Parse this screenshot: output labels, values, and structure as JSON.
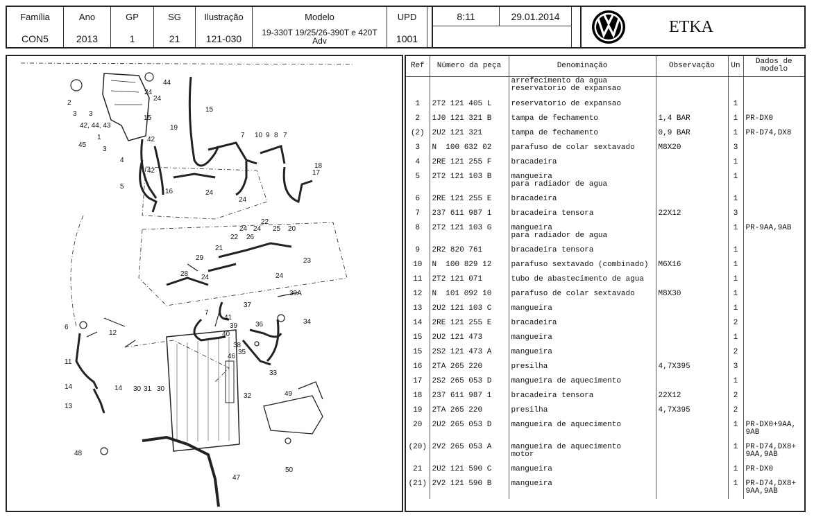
{
  "header": {
    "familia_label": "Família",
    "familia": "CON5",
    "ano_label": "Ano",
    "ano": "2013",
    "gp_label": "GP",
    "gp": "1",
    "sg_label": "SG",
    "sg": "21",
    "ilustracao_label": "Ilustração",
    "ilustracao": "121-030",
    "modelo_label": "Modelo",
    "modelo": "19-330T 19/25/26-390T e 420T Adv",
    "upd_label": "UPD",
    "upd": "1001",
    "time": "8:11",
    "date": "29.01.2014",
    "app_name": "ETKA",
    "brand": "VW"
  },
  "table": {
    "headers": {
      "ref": "Ref",
      "numero": "Número da peça",
      "denominacao": "Denominação",
      "observacao": "Observação",
      "un": "Un",
      "dados": "Dados de modelo"
    },
    "title_lines": "arrefecimento da agua\nreservatorio de expansao",
    "rows": [
      {
        "ref": "1",
        "numero": "2T2 121 405 L",
        "den": "reservatorio de expansao",
        "obs": "",
        "un": "1",
        "dados": ""
      },
      {
        "ref": "2",
        "numero": "1J0 121 321 B",
        "den": "tampa de fechamento",
        "obs": "1,4 BAR",
        "un": "1",
        "dados": "PR-DX0"
      },
      {
        "ref": "(2)",
        "numero": "2U2 121 321",
        "den": "tampa de fechamento",
        "obs": "0,9 BAR",
        "un": "1",
        "dados": "PR-D74,DX8"
      },
      {
        "ref": "3",
        "numero": "N  100 632 02",
        "den": "parafuso de colar sextavado",
        "obs": "M8X20",
        "un": "3",
        "dados": ""
      },
      {
        "ref": "4",
        "numero": "2RE 121 255 F",
        "den": "bracadeira",
        "obs": "",
        "un": "1",
        "dados": ""
      },
      {
        "ref": "5",
        "numero": "2T2 121 103 B",
        "den": "mangueira\npara radiador de agua",
        "obs": "",
        "un": "1",
        "dados": ""
      },
      {
        "ref": "6",
        "numero": "2RE 121 255 E",
        "den": "bracadeira",
        "obs": "",
        "un": "1",
        "dados": ""
      },
      {
        "ref": "7",
        "numero": "237 611 987 1",
        "den": "bracadeira tensora",
        "obs": "22X12",
        "un": "3",
        "dados": ""
      },
      {
        "ref": "8",
        "numero": "2T2 121 103 G",
        "den": "mangueira\npara radiador de agua",
        "obs": "",
        "un": "1",
        "dados": "PR-9AA,9AB"
      },
      {
        "ref": "9",
        "numero": "2R2 820 761",
        "den": "bracadeira tensora",
        "obs": "",
        "un": "1",
        "dados": ""
      },
      {
        "ref": "10",
        "numero": "N  100 829 12",
        "den": "parafuso sextavado (combinado)",
        "obs": "M6X16",
        "un": "1",
        "dados": ""
      },
      {
        "ref": "11",
        "numero": "2T2 121 071",
        "den": "tubo de abastecimento de agua",
        "obs": "",
        "un": "1",
        "dados": ""
      },
      {
        "ref": "12",
        "numero": "N  101 092 10",
        "den": "parafuso de colar sextavado",
        "obs": "M8X30",
        "un": "1",
        "dados": ""
      },
      {
        "ref": "13",
        "numero": "2U2 121 103 C",
        "den": "mangueira",
        "obs": "",
        "un": "1",
        "dados": ""
      },
      {
        "ref": "14",
        "numero": "2RE 121 255 E",
        "den": "bracadeira",
        "obs": "",
        "un": "2",
        "dados": ""
      },
      {
        "ref": "15",
        "numero": "2U2 121 473",
        "den": "mangueira",
        "obs": "",
        "un": "1",
        "dados": ""
      },
      {
        "ref": "15",
        "numero": "2S2 121 473 A",
        "den": "mangueira",
        "obs": "",
        "un": "2",
        "dados": ""
      },
      {
        "ref": "16",
        "numero": "2TA 265 220",
        "den": "presilha",
        "obs": "4,7X395",
        "un": "3",
        "dados": ""
      },
      {
        "ref": "17",
        "numero": "2S2 265 053 D",
        "den": "mangueira de aquecimento",
        "obs": "",
        "un": "1",
        "dados": ""
      },
      {
        "ref": "18",
        "numero": "237 611 987 1",
        "den": "bracadeira tensora",
        "obs": "22X12",
        "un": "2",
        "dados": ""
      },
      {
        "ref": "19",
        "numero": "2TA 265 220",
        "den": "presilha",
        "obs": "4,7X395",
        "un": "2",
        "dados": ""
      },
      {
        "ref": "20",
        "numero": "2U2 265 053 D",
        "den": "mangueira de aquecimento",
        "obs": "",
        "un": "1",
        "dados": "PR-DX0+9AA,\n9AB"
      },
      {
        "ref": "(20)",
        "numero": "2V2 265 053 A",
        "den": "mangueira de aquecimento\nmotor",
        "obs": "",
        "un": "1",
        "dados": "PR-D74,DX8+\n9AA,9AB"
      },
      {
        "ref": "21",
        "numero": "2U2 121 590 C",
        "den": "mangueira",
        "obs": "",
        "un": "1",
        "dados": "PR-DX0"
      },
      {
        "ref": "(21)",
        "numero": "2V2 121 590 B",
        "den": "mangueira",
        "obs": "",
        "un": "1",
        "dados": "PR-D74,DX8+\n9AA,9AB"
      }
    ]
  },
  "diagram": {
    "callouts": [
      "1",
      "2",
      "3",
      "3",
      "42, 44, 43",
      "45",
      "3",
      "4",
      "5",
      "44",
      "24",
      "24",
      "15",
      "42",
      "42",
      "19",
      "16",
      "24",
      "24",
      "7",
      "10",
      "9",
      "8",
      "7",
      "18",
      "17",
      "6",
      "12",
      "11",
      "14",
      "14",
      "13",
      "22",
      "24",
      "26",
      "24",
      "25",
      "20",
      "21",
      "29",
      "28",
      "24",
      "7",
      "23",
      "24",
      "39A",
      "37",
      "41",
      "36",
      "34",
      "39",
      "40",
      "38",
      "35",
      "46",
      "33",
      "30",
      "31",
      "30",
      "32",
      "49",
      "48",
      "47",
      "50"
    ]
  }
}
